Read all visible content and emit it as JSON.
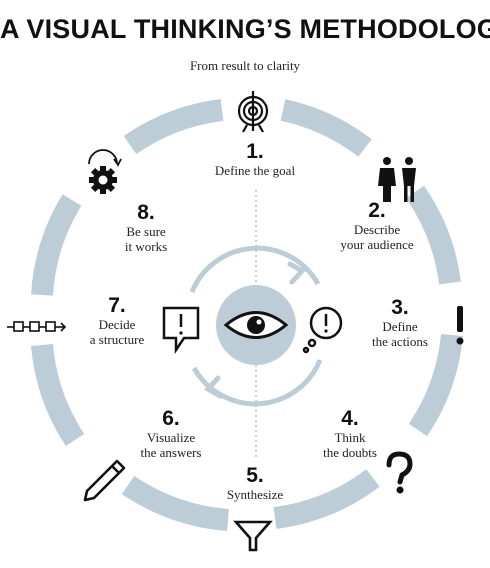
{
  "title": "A VISUAL THINKING’S METHODOLOGY",
  "subtitle": "From result to clarity",
  "colors": {
    "ring": "#bccdd8",
    "ink": "#111111",
    "divider": "#9fb3c2"
  },
  "center_icon": "eye-icon",
  "steps": [
    {
      "number": "1.",
      "label": "Define the goal",
      "icon": "target-icon"
    },
    {
      "number": "2.",
      "label": "Describe\nyour audience",
      "icon": "people-icon"
    },
    {
      "number": "3.",
      "label": "Define\nthe actions",
      "icon": "exclamation-icon"
    },
    {
      "number": "4.",
      "label": "Think\nthe doubts",
      "icon": "question-icon"
    },
    {
      "number": "5.",
      "label": "Synthesize",
      "icon": "funnel-icon"
    },
    {
      "number": "6.",
      "label": "Visualize\nthe answers",
      "icon": "pencil-icon"
    },
    {
      "number": "7.",
      "label": "Decide\na structure",
      "icon": "flowchart-icon"
    },
    {
      "number": "8.",
      "label": "Be sure\nit works",
      "icon": "gear-icon"
    }
  ],
  "inner_icons": [
    "exclamation-speech-icon",
    "idea-thought-icon"
  ]
}
